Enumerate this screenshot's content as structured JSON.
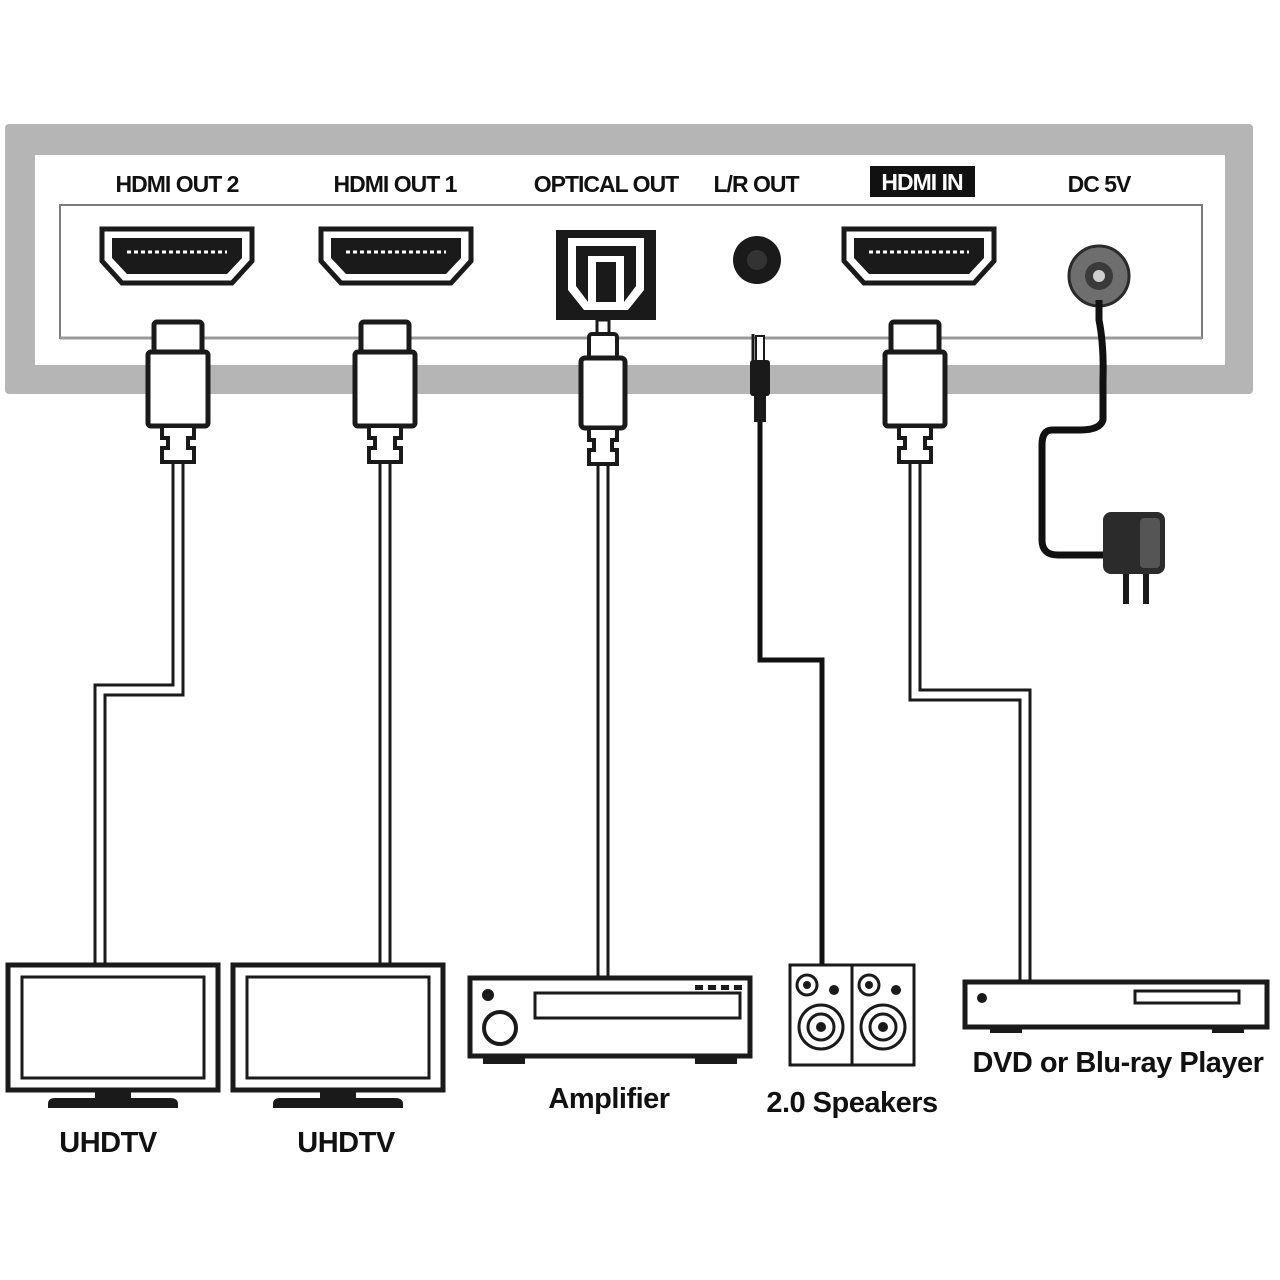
{
  "device": {
    "ports": {
      "hdmi_out_2": "HDMI OUT 2",
      "hdmi_out_1": "HDMI OUT 1",
      "optical_out": "OPTICAL OUT",
      "lr_out": "L/R OUT",
      "hdmi_in": "HDMI IN",
      "dc_5v": "DC 5V"
    }
  },
  "devices": {
    "tv_1": "UHDTV",
    "tv_2": "UHDTV",
    "amplifier": "Amplifier",
    "speakers": "2.0 Speakers",
    "player": "DVD or Blu-ray Player"
  },
  "colors": {
    "housing": "#b5b5b5",
    "panel": "#ffffff",
    "stroke": "#1a1a1a",
    "cable_light": "#ffffff",
    "cable_dark": "#111111"
  }
}
